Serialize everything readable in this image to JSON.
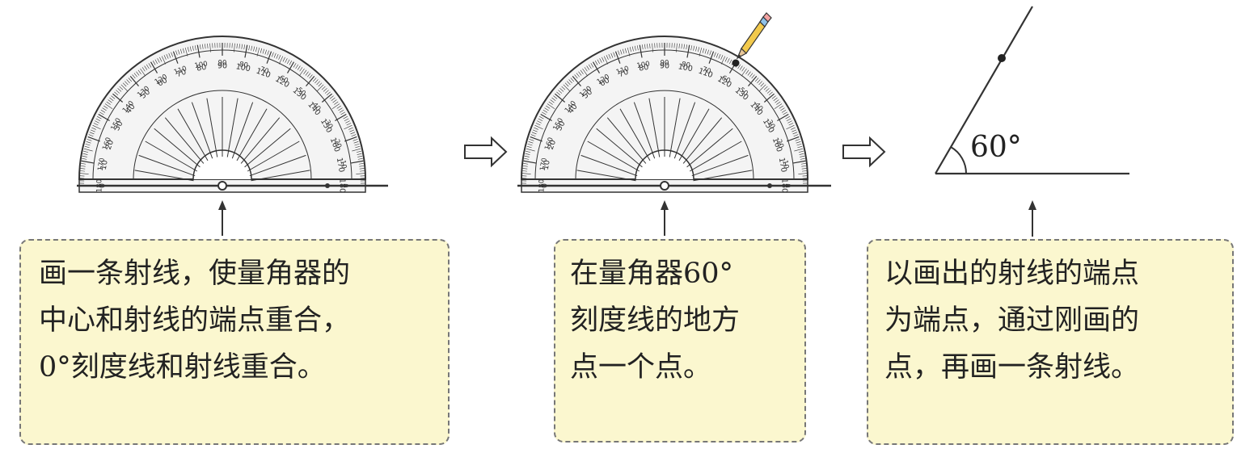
{
  "steps": [
    {
      "lines": [
        "画一条射线，使量角器的",
        "中心和射线的端点重合，",
        "0°刻度线和射线重合。"
      ],
      "icons": [
        "protractor-icon",
        "up-arrow-icon"
      ]
    },
    {
      "lines": [
        "在量角器60°",
        "刻度线的地方",
        "点一个点。"
      ],
      "icons": [
        "protractor-icon",
        "pencil-icon",
        "up-arrow-icon"
      ]
    },
    {
      "lines": [
        "以画出的射线的端点",
        "为端点，通过刚画的",
        "点，再画一条射线。"
      ],
      "icons": [
        "up-arrow-icon"
      ]
    }
  ],
  "angle_label": "60°",
  "flow_icon": "right-arrow-icon",
  "protractor": {
    "outer_ticks": [
      "0",
      "10",
      "20",
      "30",
      "40",
      "50",
      "60",
      "70",
      "80",
      "90",
      "100",
      "110",
      "120",
      "130",
      "140",
      "150",
      "160",
      "170",
      "180"
    ],
    "inner_ticks": [
      "180",
      "170",
      "160",
      "150",
      "140",
      "130",
      "120",
      "110",
      "100",
      "90",
      "80",
      "70",
      "60",
      "50",
      "40",
      "30",
      "20",
      "10",
      "0"
    ]
  },
  "colors": {
    "box_fill": "#fbf7cf",
    "box_border": "#777777",
    "line": "#333333",
    "pencil": "#f2c94c"
  }
}
